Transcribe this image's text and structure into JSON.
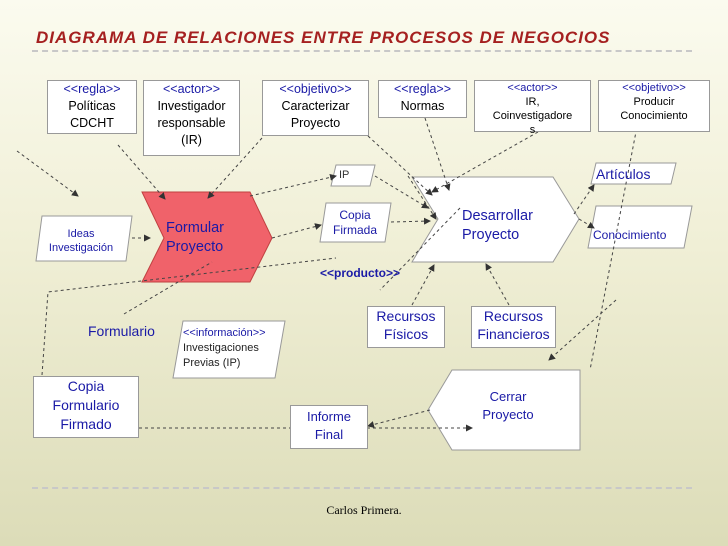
{
  "title": "DIAGRAMA DE RELACIONES ENTRE PROCESOS DE NEGOCIOS",
  "footer": "Carlos Primera.",
  "top_boxes": [
    {
      "stereotype": "<<regla>>",
      "lines": [
        "Políticas",
        "CDCHT"
      ]
    },
    {
      "stereotype": "<<actor>>",
      "lines": [
        "Investigador",
        "responsable",
        "(IR)"
      ]
    },
    {
      "stereotype": "<<objetivo>>",
      "lines": [
        "Caracterizar",
        "Proyecto"
      ]
    },
    {
      "stereotype": "<<regla>>",
      "lines": [
        "Normas"
      ]
    },
    {
      "stereotype": "<<actor>>",
      "lines": [
        "IR,",
        "Coinvestigadore",
        "s"
      ]
    },
    {
      "stereotype": "<<objetivo>>",
      "lines": [
        "Producir",
        "Conocimiento"
      ]
    }
  ],
  "processes": {
    "formular": [
      "Formular",
      "Proyecto"
    ],
    "desarrollar": [
      "Desarrollar",
      "Proyecto"
    ],
    "cerrar": [
      "Cerrar",
      "Proyecto"
    ]
  },
  "resources": {
    "ideas": [
      "Ideas",
      "Investigación"
    ],
    "ip": "IP",
    "copia_firmada": [
      "Copia",
      "Firmada"
    ],
    "producto_stereotype": "<<producto>>",
    "articulos": "Artículos",
    "conocimiento": "Conocimiento",
    "recursos_fisicos": [
      "Recursos",
      "Físicos"
    ],
    "recursos_financieros": [
      "Recursos",
      "Financieros"
    ],
    "formulario": "Formulario",
    "info_stereotype": "<<información>>",
    "investigaciones": [
      "Investigaciones",
      "Previas (IP)"
    ],
    "copia_formulario": [
      "Copia",
      "Formulario",
      "Firmado"
    ],
    "informe_final": [
      "Informe",
      "Final"
    ]
  },
  "colors": {
    "title": "#a52020",
    "stereotype_text": "#1a1aa6",
    "formular_fill": "#f0626a",
    "box_fill": "#ffffff"
  }
}
